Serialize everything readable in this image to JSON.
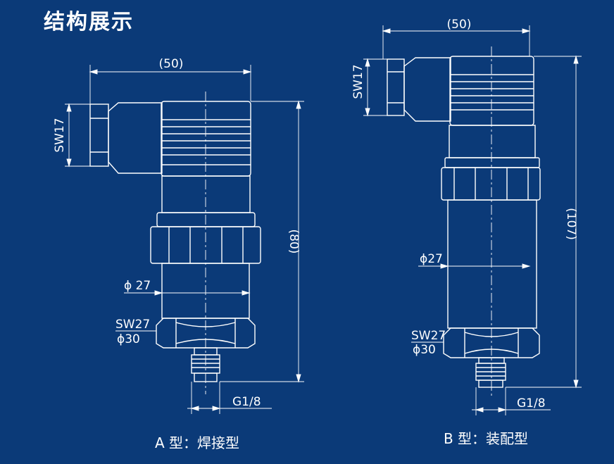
{
  "title": "结构展示",
  "colors": {
    "background": "#0b3a78",
    "line": "#ffffff"
  },
  "type_a": {
    "caption": "A 型：焊接型",
    "width_dim": "(50)",
    "height_dim": "(80)",
    "sw_connector": "SW17",
    "diameter_body": "ϕ 27",
    "sw_nut": "SW27",
    "diameter_nut": "ϕ30",
    "thread": "G1/8"
  },
  "type_b": {
    "caption": "B 型：装配型",
    "width_dim": "(50)",
    "height_dim": "(107)",
    "sw_connector": "SW17",
    "diameter_body": "ϕ27",
    "sw_nut": "SW27",
    "diameter_nut": "ϕ30",
    "thread": "G1/8"
  }
}
